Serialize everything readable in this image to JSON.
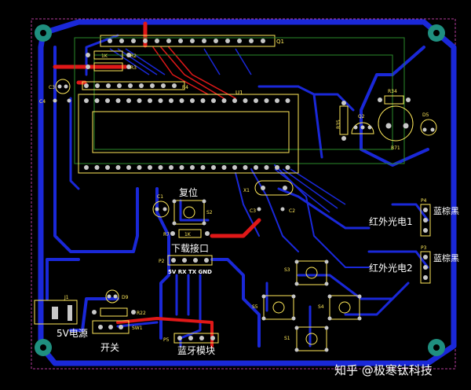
{
  "labels": {
    "reset": "复位",
    "download_port": "下载接口",
    "pins_p2": "5V RX TX GND",
    "ir_sensor_1": "红外光电1",
    "ir_sensor_2": "红外光电2",
    "blue_black_1": "蓝棕黑",
    "blue_black_2": "蓝棕黑",
    "power_5v": "5V电源",
    "switch": "开关",
    "bluetooth_module": "蓝牙模块"
  },
  "designators": {
    "q1": "Q1",
    "u1": "U1",
    "r2": "R2",
    "r3": "R3",
    "r4": "R4",
    "c3": "C3",
    "c4": "C4",
    "c1": "C1",
    "c2": "C2",
    "x1": "X1",
    "s1": "S1",
    "s2": "S2",
    "s3": "S3",
    "s4": "S4",
    "s5": "S5",
    "p2": "P2",
    "p3": "P3",
    "p4": "P4",
    "p5": "P5",
    "q2": "Q2",
    "r35": "R35",
    "r34": "R34",
    "d5": "D5",
    "b71": "B71",
    "j1": "J1",
    "r22": "R22",
    "d9": "D9",
    "sw1": "SW1",
    "r7": "R7",
    "r_1k": "1K"
  },
  "watermark": "知乎 @极寒钛科技",
  "colors": {
    "background": "#000000",
    "copper_bottom": "#1a28d8",
    "copper_top": "#e01818",
    "silkscreen": "#ffe95a",
    "pad": "#c8c8c8",
    "mount_hole": "#1f8f7f"
  }
}
